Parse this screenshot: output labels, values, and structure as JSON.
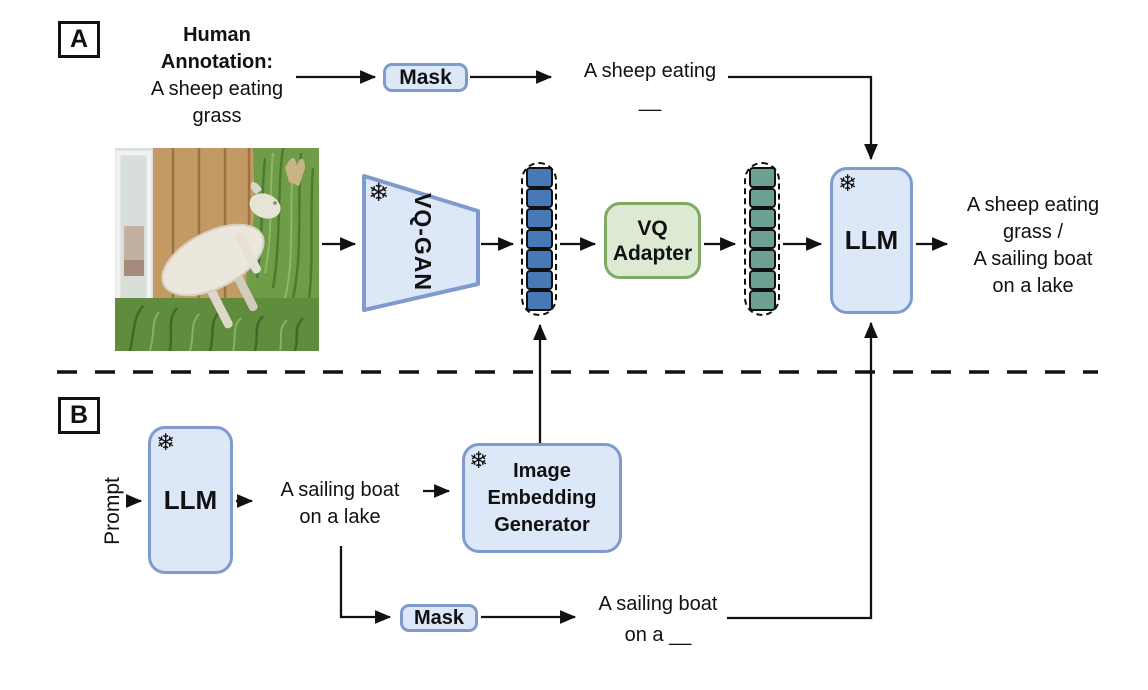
{
  "icons": {
    "snowflake": "❄"
  },
  "colors": {
    "box_fill_blue": "#dce7f7",
    "box_border_blue": "#7f9bcd",
    "box_fill_green": "#dcead3",
    "box_border_green": "#80aa64",
    "token_blue": "#4878b5",
    "token_green": "#6ba093",
    "line_black": "#111111"
  },
  "panel_a": {
    "label": "A",
    "annotation_lines": [
      "Human",
      "Annotation:",
      "A sheep eating",
      "grass"
    ],
    "mask_label": "Mask",
    "masked_caption": {
      "line1": "A sheep eating",
      "line2": "__"
    },
    "vqgan_label": "VQ-GAN",
    "adapter": {
      "line1": "VQ",
      "line2": "Adapter"
    },
    "llm_label": "LLM",
    "output_lines": [
      "A sheep eating",
      "grass /",
      "A sailing boat",
      "on a lake"
    ],
    "image_token_count": 7,
    "adapted_token_count": 7
  },
  "panel_b": {
    "label": "B",
    "prompt_label": "Prompt",
    "llm_label": "LLM",
    "generated_caption": {
      "line1": "A sailing boat",
      "line2": "on a lake"
    },
    "embedding_generator_lines": [
      "Image",
      "Embedding",
      "Generator"
    ],
    "mask_label": "Mask",
    "masked_caption": {
      "line1": "A sailing boat",
      "line2": "on a __"
    }
  }
}
